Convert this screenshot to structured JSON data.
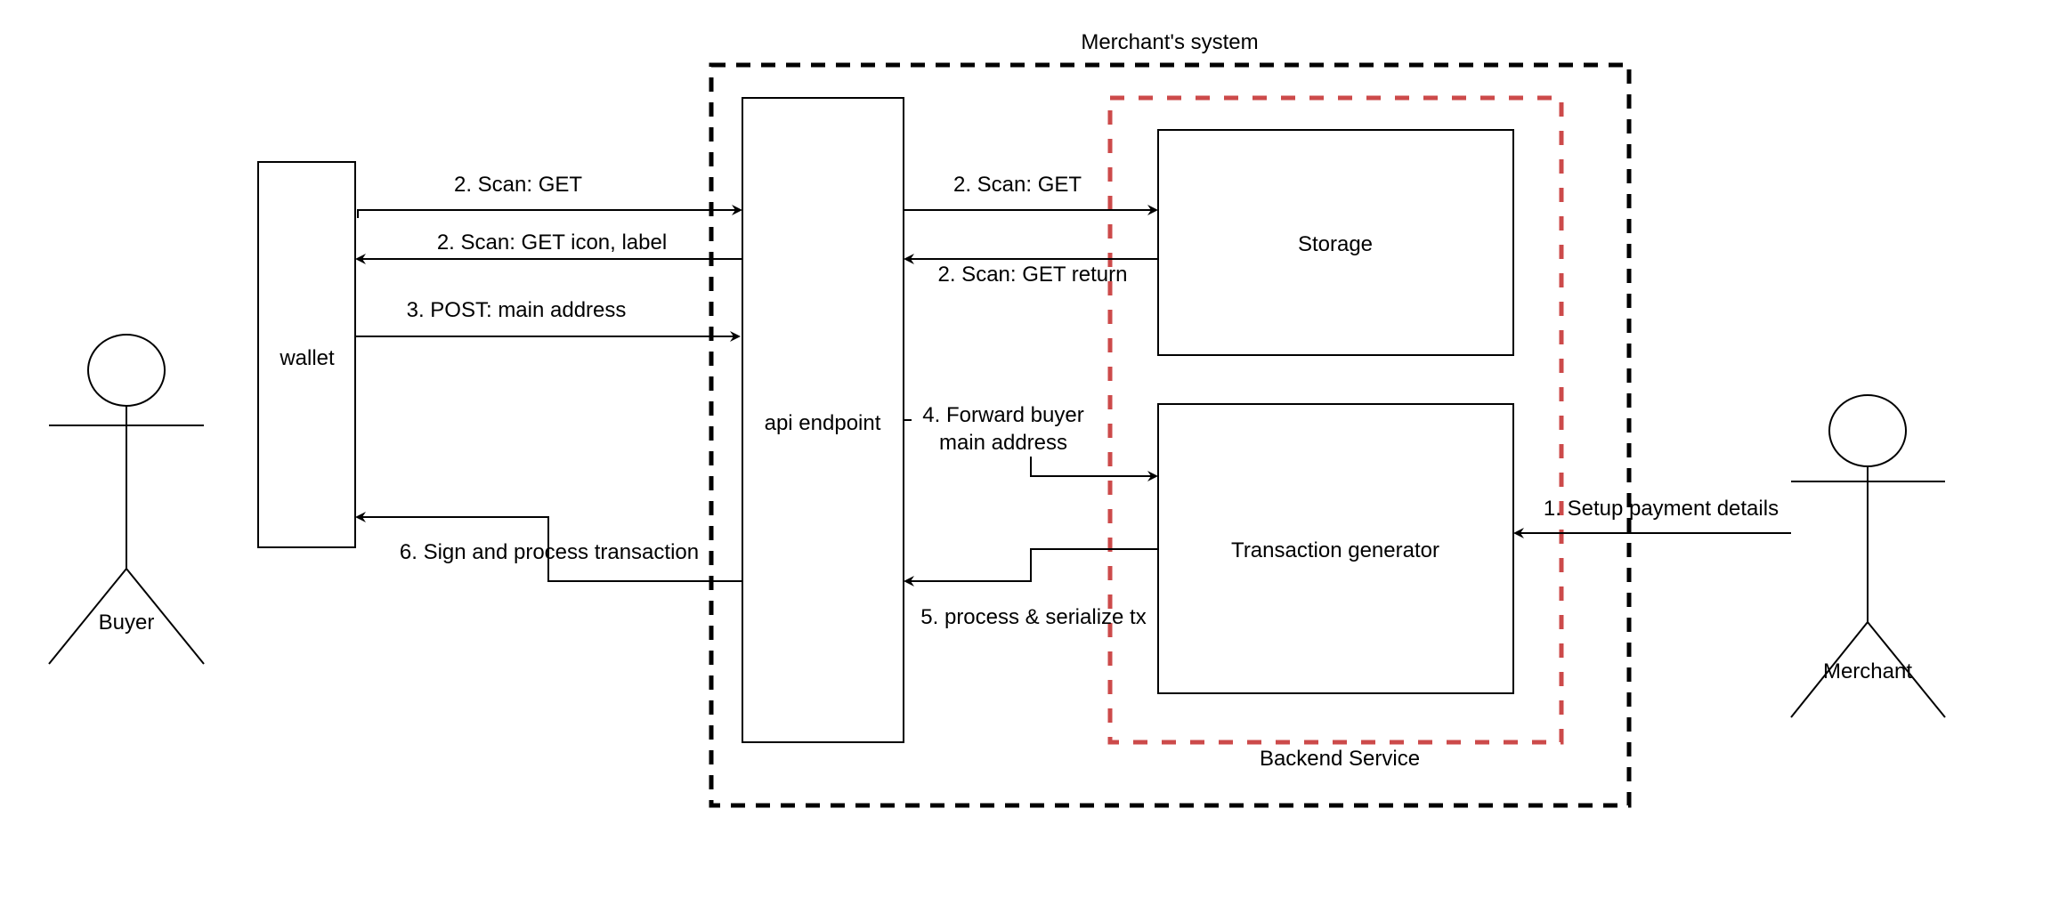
{
  "colors": {
    "merchant_border": "#000000",
    "backend_border": "#cc4a4a",
    "line": "#000000"
  },
  "containers": {
    "merchant_system": "Merchant's system",
    "backend_service": "Backend Service"
  },
  "actors": {
    "buyer": "Buyer",
    "merchant": "Merchant"
  },
  "nodes": {
    "wallet": "wallet",
    "api_endpoint": "api endpoint",
    "storage": "Storage",
    "transaction_generator": "Transaction generator"
  },
  "edges": {
    "wallet_scan_get": "2. Scan: GET",
    "api_scan_get_icon_label": "2. Scan: GET icon, label",
    "wallet_post_main_address": "3. POST: main address",
    "sign_and_process": "6. Sign and process transaction",
    "api_storage_scan_get": "2. Scan: GET",
    "storage_scan_get_return": "2. Scan: GET return",
    "forward_line1": "4. Forward buyer",
    "forward_line2": "main address",
    "process_serialize": "5. process & serialize tx",
    "setup_payment": "1. Setup payment details"
  }
}
